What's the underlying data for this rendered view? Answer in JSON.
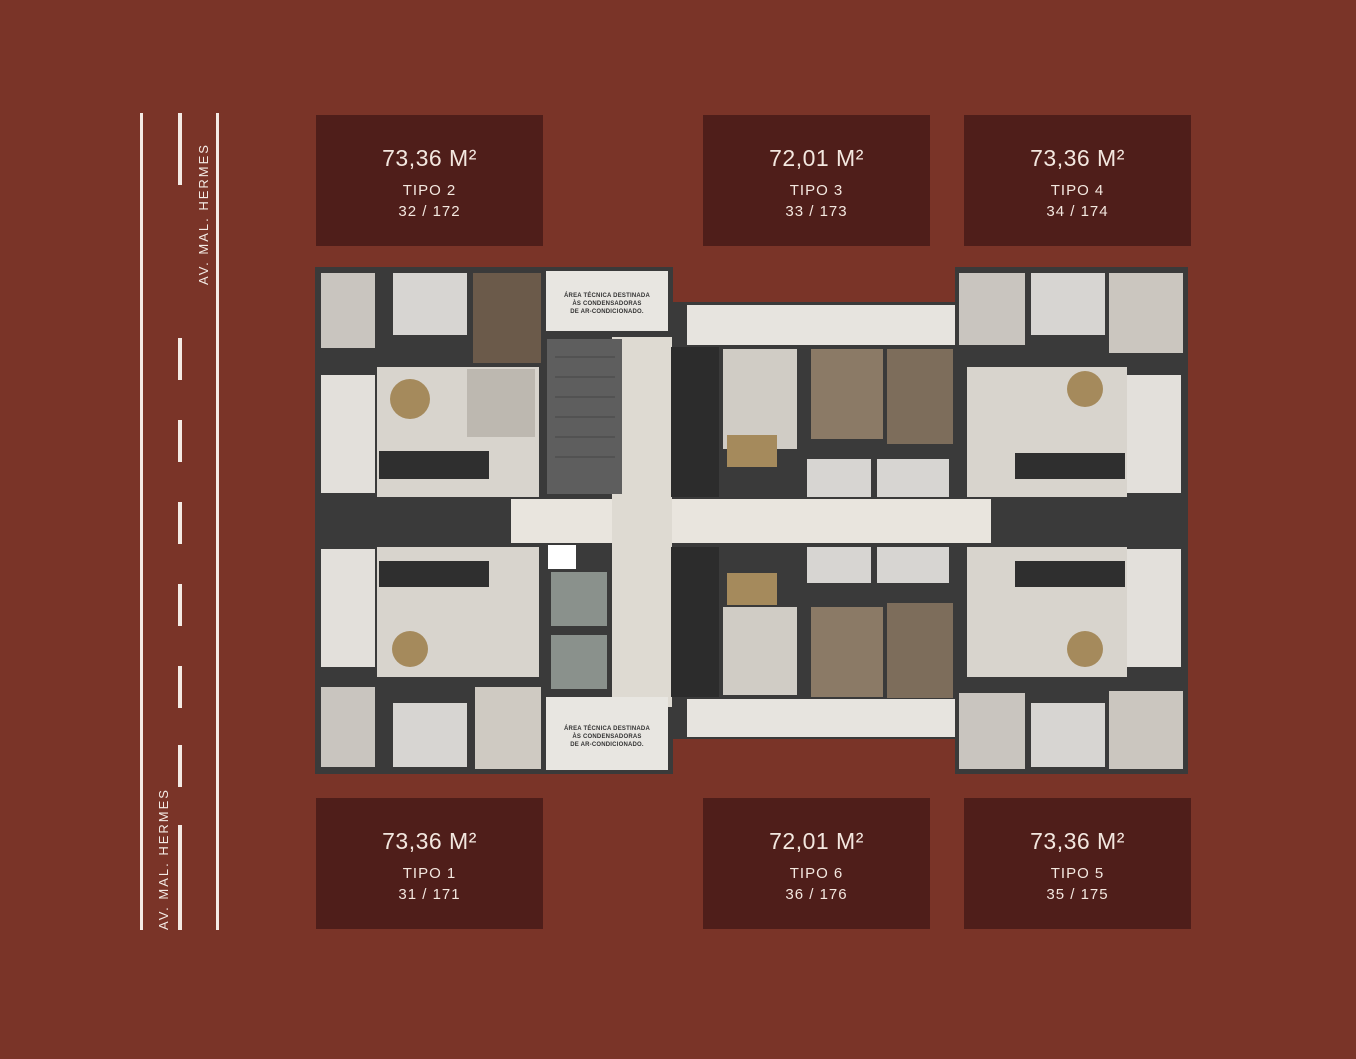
{
  "street": {
    "label": "AV. MAL. HERMES"
  },
  "units": {
    "top": [
      {
        "area": "73,36 M²",
        "tipo": "TIPO 2",
        "numbers": "32 / 172"
      },
      {
        "area": "72,01 M²",
        "tipo": "TIPO 3",
        "numbers": "33 / 173"
      },
      {
        "area": "73,36 M²",
        "tipo": "TIPO 4",
        "numbers": "34 / 174"
      }
    ],
    "bottom": [
      {
        "area": "73,36 M²",
        "tipo": "TIPO 1",
        "numbers": "31 / 171"
      },
      {
        "area": "72,01 M²",
        "tipo": "TIPO 6",
        "numbers": "36 / 176"
      },
      {
        "area": "73,36 M²",
        "tipo": "TIPO 5",
        "numbers": "35 / 175"
      }
    ]
  },
  "plan": {
    "technical_area_note": {
      "line1": "ÁREA TÉCNICA DESTINADA",
      "line2": "ÀS CONDENSADORAS",
      "line3": "DE AR-CONDICIONADO."
    }
  },
  "colors": {
    "background": "#7a3428",
    "card": "#4f1e1a",
    "text": "#f3e7df"
  }
}
